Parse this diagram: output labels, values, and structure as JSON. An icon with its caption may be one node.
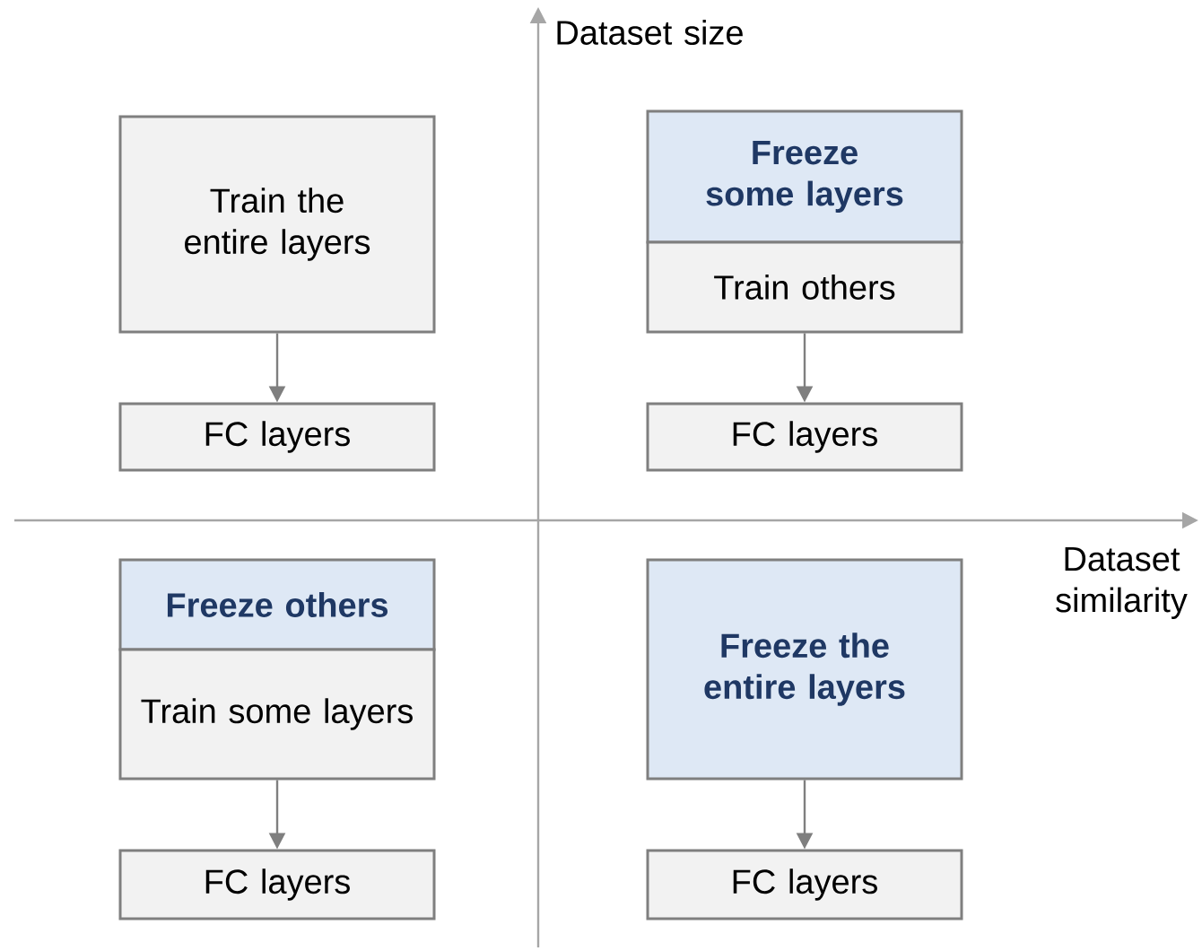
{
  "diagram": {
    "nodes": [
      {
        "text": [
          "Train the entire layers"
        ]
      },
      {
        "text": [
          "Freeze some layers"
        ]
      },
      {
        "text": [
          "Train others"
        ]
      },
      {
        "text": [
          "FC layers"
        ]
      },
      {
        "text": [
          "FC layers"
        ]
      },
      {
        "text": [
          "Freeze others"
        ]
      },
      {
        "text": [
          "Train some layers"
        ]
      },
      {
        "text": [
          "Freeze the entire layers"
        ]
      },
      {
        "text": [
          "FC layers"
        ]
      },
      {
        "text": [
          "FC layers"
        ]
      }
    ],
    "edges": [
      {
        "from": 0,
        "to": 3,
        "arrow": "to"
      },
      {
        "from": 2,
        "to": 4,
        "arrow": "to"
      },
      {
        "from": 6,
        "to": 8,
        "arrow": "to"
      },
      {
        "from": 7,
        "to": 9,
        "arrow": "to"
      }
    ],
    "labels": [
      "Dataset size",
      "Dataset similarity"
    ]
  }
}
